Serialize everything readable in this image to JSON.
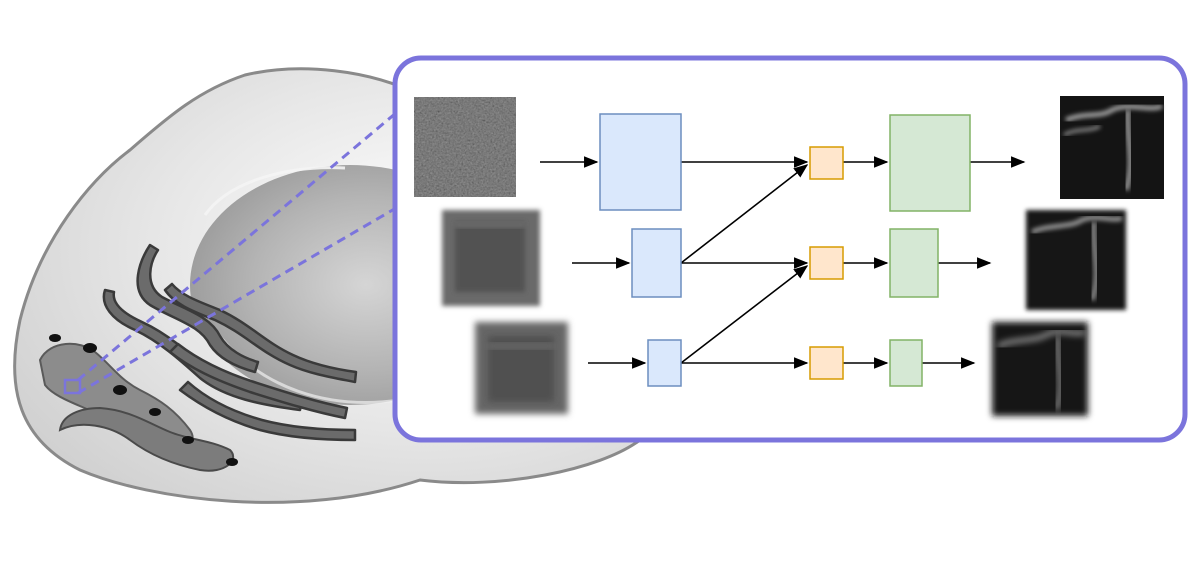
{
  "caption": "",
  "colors": {
    "frame": "#7b74dc",
    "zoom_lines": "#7b74dc",
    "cell_outline": "#8a8a8a",
    "encoder_fill": "#dae8fc",
    "encoder_stroke": "#6c8ebf",
    "fusion_fill": "#ffe6cc",
    "fusion_stroke": "#d79b00",
    "decoder_fill": "#d5e8d4",
    "decoder_stroke": "#82b366",
    "arrow": "#000000"
  },
  "diagram": {
    "levels": [
      "full-resolution",
      "half-resolution",
      "quarter-resolution"
    ],
    "inputs": [
      "noisy-input-level-1",
      "noisy-input-level-2",
      "noisy-input-level-3"
    ],
    "outputs": [
      "denoised-output-level-1",
      "denoised-output-level-2",
      "denoised-output-level-3"
    ],
    "blocks": {
      "encoder": [
        "encoder-block-1",
        "encoder-block-2",
        "encoder-block-3"
      ],
      "fusion": [
        "fusion-block-1",
        "fusion-block-2",
        "fusion-block-3"
      ],
      "decoder": [
        "decoder-block-1",
        "decoder-block-2",
        "decoder-block-3"
      ]
    },
    "edges": [
      [
        "noisy-input-level-1",
        "encoder-block-1"
      ],
      [
        "noisy-input-level-2",
        "encoder-block-2"
      ],
      [
        "noisy-input-level-3",
        "encoder-block-3"
      ],
      [
        "encoder-block-1",
        "fusion-block-1"
      ],
      [
        "encoder-block-2",
        "fusion-block-1"
      ],
      [
        "encoder-block-2",
        "fusion-block-2"
      ],
      [
        "encoder-block-3",
        "fusion-block-2"
      ],
      [
        "encoder-block-3",
        "fusion-block-3"
      ],
      [
        "fusion-block-1",
        "decoder-block-1"
      ],
      [
        "fusion-block-2",
        "decoder-block-2"
      ],
      [
        "fusion-block-3",
        "decoder-block-3"
      ],
      [
        "decoder-block-1",
        "denoised-output-level-1"
      ],
      [
        "decoder-block-2",
        "denoised-output-level-2"
      ],
      [
        "decoder-block-3",
        "denoised-output-level-3"
      ]
    ]
  }
}
